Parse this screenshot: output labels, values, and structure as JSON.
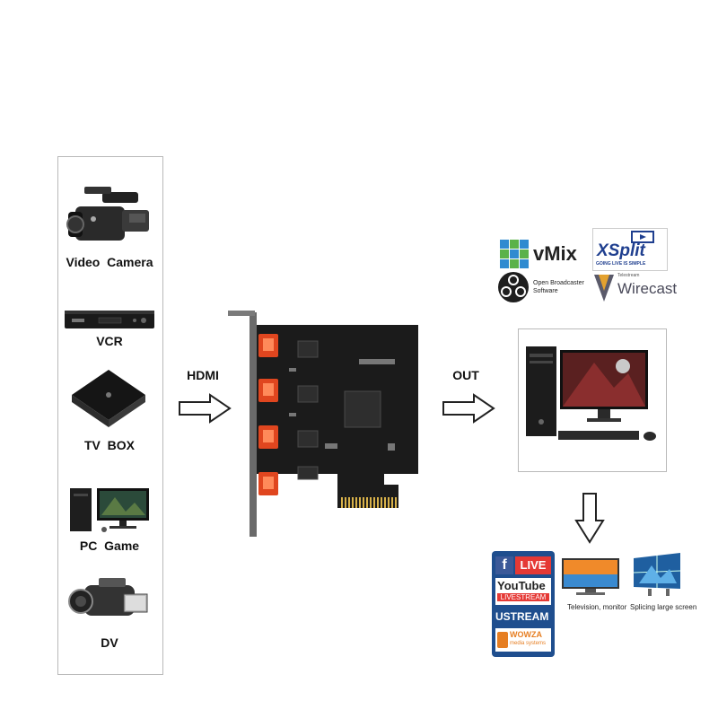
{
  "sources": [
    {
      "label": "Video  Camera",
      "icon": "video-camera-icon"
    },
    {
      "label": "VCR",
      "icon": "vcr-icon"
    },
    {
      "label": "TV  BOX",
      "icon": "tv-box-icon"
    },
    {
      "label": "PC  Game",
      "icon": "pc-game-icon"
    },
    {
      "label": "DV",
      "icon": "dv-camcorder-icon"
    }
  ],
  "arrows": {
    "input_label": "HDMI",
    "output_label": "OUT"
  },
  "card": {
    "icon": "pcie-capture-card-icon",
    "port_count": 4
  },
  "software": {
    "vmix": "vMix",
    "xsplit": "XSplit",
    "xsplit_tagline": "GOING LIVE IS SIMPLE",
    "obs_line1": "Open Broadcaster",
    "obs_line2": "Software",
    "wirecast_top": "Telestream",
    "wirecast": "Wirecast"
  },
  "destination": {
    "icon": "desktop-pc-icon"
  },
  "streaming": {
    "facebook_live": "LIVE",
    "youtube": "YouTube",
    "youtube_sub": "LIVESTREAM",
    "ustream": "USTREAM",
    "wowza": "WOWZA",
    "wowza_sub": "media systems"
  },
  "displays": [
    {
      "label": "Television, monitor",
      "icon": "television-icon"
    },
    {
      "label": "Splicing large screen",
      "icon": "video-wall-icon"
    }
  ],
  "colors": {
    "panel_border": "#b9b9b9",
    "port_red": "#e0461f",
    "pcb": "#1b1b1b",
    "gold": "#d9b24a"
  }
}
